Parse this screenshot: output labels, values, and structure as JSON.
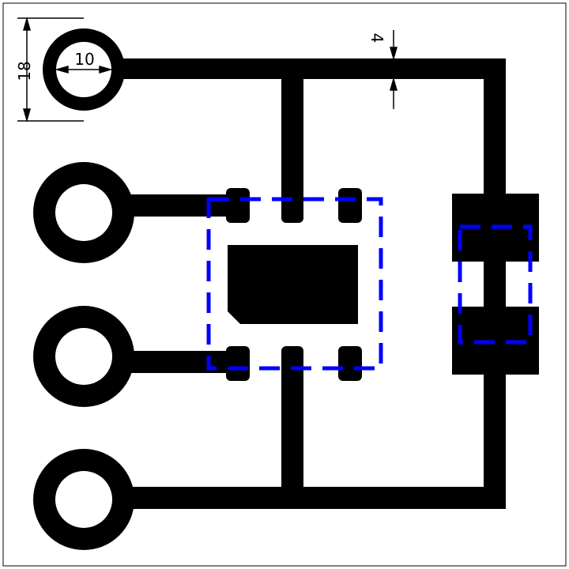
{
  "dimensions": {
    "pad_outer_diameter": "18",
    "pad_hole_diameter": "10",
    "trace_width": "4"
  },
  "colors": {
    "copper": "#000000",
    "silkscreen": "#0000ff",
    "background": "#ffffff",
    "border": "#000000"
  },
  "components": {
    "pads": [
      "mounting-pad",
      "pad-2",
      "pad-3",
      "pad-4"
    ],
    "ic": "ic-footprint",
    "capacitor": "smd-component"
  }
}
